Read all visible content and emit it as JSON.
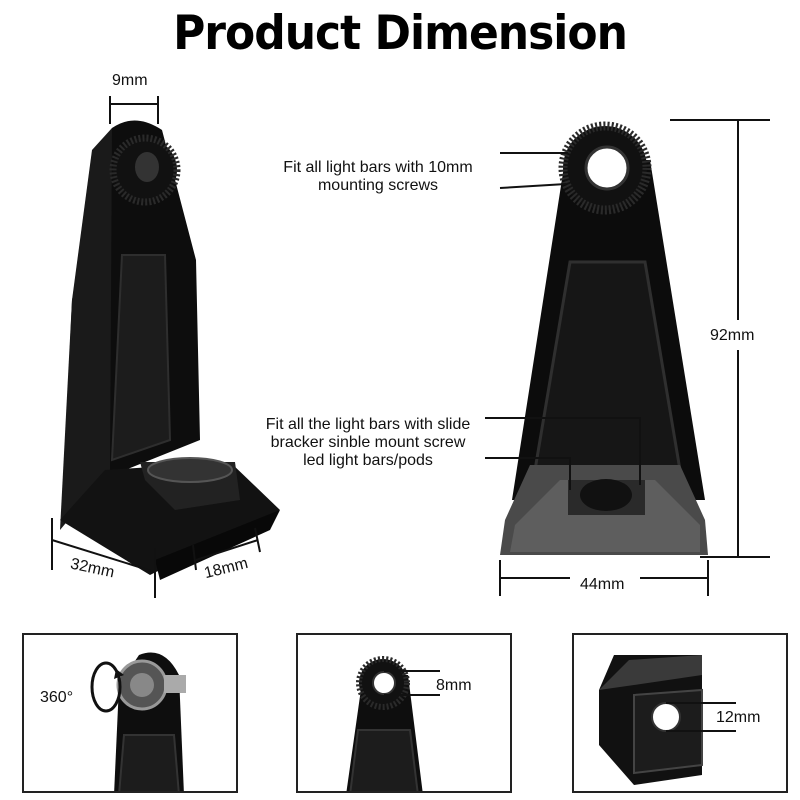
{
  "title": "Product Dimension",
  "side_view": {
    "width_top": "9mm",
    "base_depth": "32mm",
    "base_width": "18mm"
  },
  "front_view": {
    "screw_note_line1": "Fit all light bars with 10mm",
    "screw_note_line2": "mounting screws",
    "slide_note_line1": "Fit all the light bars with slide",
    "slide_note_line2": "bracker sinble mount screw",
    "slide_note_line3": "led light bars/pods",
    "height": "92mm",
    "base_width": "44mm"
  },
  "details": [
    {
      "label": "360°"
    },
    {
      "label": "8mm"
    },
    {
      "label": "12mm"
    }
  ],
  "colors": {
    "bracket": "#0c0c0c",
    "base_gray": "#555555",
    "line": "#111111"
  }
}
